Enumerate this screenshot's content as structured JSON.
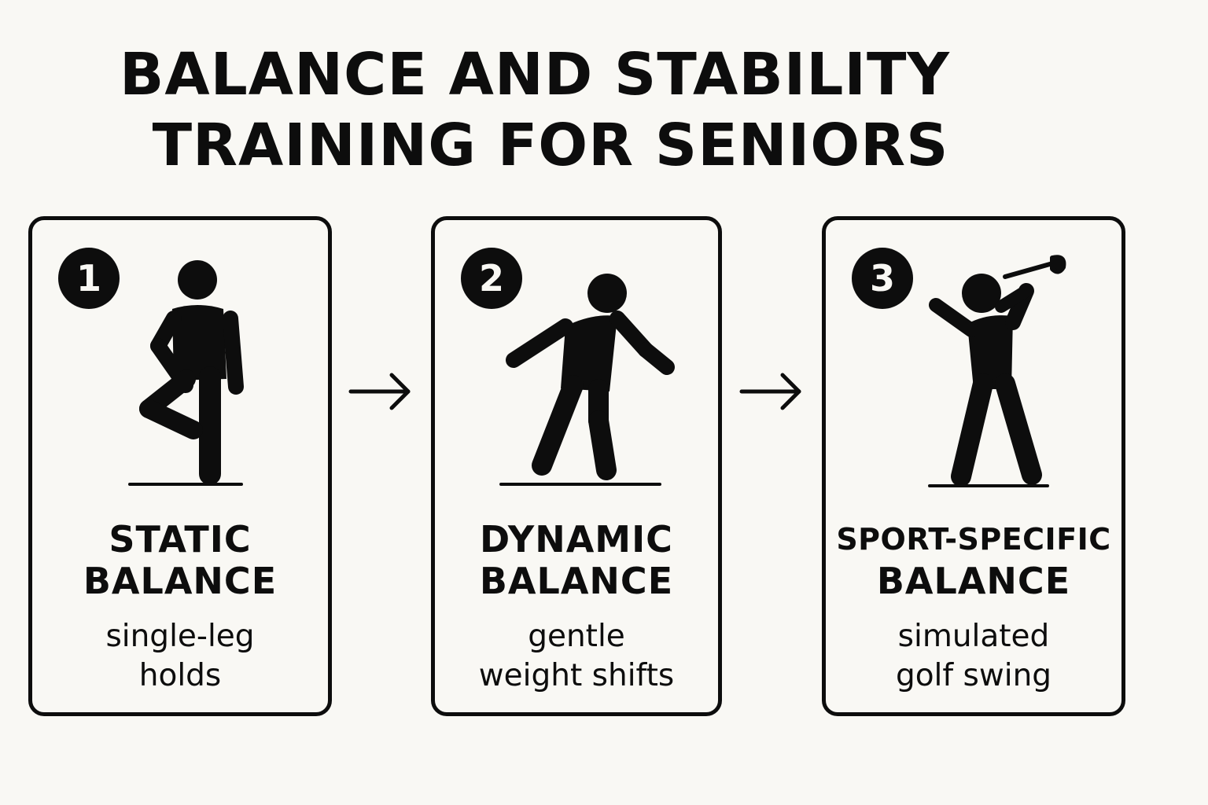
{
  "title": {
    "line1": "BALANCE AND STABILITY",
    "line2": "TRAINING FOR SENIORS"
  },
  "steps": [
    {
      "number": "1",
      "name_line1": "STATIC",
      "name_line2": "BALANCE",
      "desc_line1": "single-leg",
      "desc_line2": "holds",
      "icon": "single-leg-stance-figure-icon"
    },
    {
      "number": "2",
      "name_line1": "DYNAMIC",
      "name_line2": "BALANCE",
      "desc_line1": "gentle",
      "desc_line2": "weight shifts",
      "icon": "weight-shift-figure-icon"
    },
    {
      "number": "3",
      "name_line1": "SPORT-SPECIFIC",
      "name_line2": "BALANCE",
      "desc_line1": "simulated",
      "desc_line2": "golf swing",
      "icon": "golf-swing-figure-icon"
    }
  ],
  "colors": {
    "background": "#f9f8f4",
    "ink": "#0d0d0d"
  }
}
